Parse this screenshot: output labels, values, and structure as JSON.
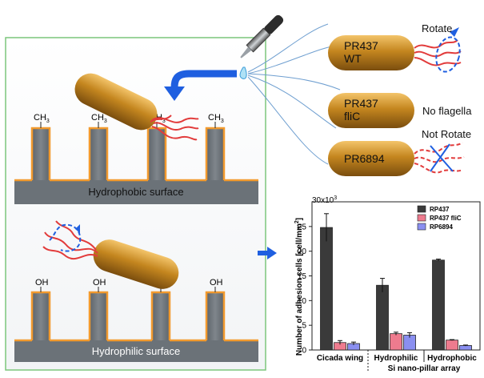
{
  "surfaces": {
    "hydrophobic": {
      "label": "Hydrophobic surface",
      "group": "CH3"
    },
    "hydrophilic": {
      "label": "Hydrophilic surface",
      "group": "OH"
    }
  },
  "strains": [
    {
      "name_line1": "PR437",
      "name_line2": "WT",
      "flagella": "Rotate"
    },
    {
      "name_line1": "PR437",
      "name_line2": "fliC",
      "flagella": "No flagella"
    },
    {
      "name_line1": "PR6894",
      "name_line2": "",
      "flagella": "Not Rotate"
    }
  ],
  "colors": {
    "bacterium": "#b87a1c",
    "flagella": "#e23b3b",
    "arrow": "#1f5fe0",
    "pillar": "#6f767d",
    "pillar_edge": "#f29a2e",
    "frame": "#7cc67c"
  },
  "chart_data": {
    "type": "bar",
    "categories": [
      "Cicada wing",
      "Hydrophilic",
      "Hydrophobic"
    ],
    "group_label": "Si nano-pillar array",
    "series": [
      {
        "name": "RP437",
        "color": "#3a3a3a",
        "values": [
          24.8,
          13.1,
          18.2
        ],
        "errors": [
          2.8,
          1.4,
          0.2
        ]
      },
      {
        "name": "RP437 fliC",
        "color": "#ee7b8e",
        "values": [
          1.5,
          3.3,
          2.0
        ],
        "errors": [
          0.4,
          0.3,
          0.1
        ]
      },
      {
        "name": "RP6894",
        "color": "#8a8ff0",
        "values": [
          1.3,
          3.0,
          0.9
        ],
        "errors": [
          0.3,
          0.5,
          0.1
        ]
      }
    ],
    "ylabel": "Number of adhesion cells [cell/mm",
    "ylabel_sup": "2",
    "ylabel_end": "]",
    "yaxis_multiplier": "30x10",
    "yaxis_multiplier_exp": "3",
    "ylim": [
      0,
      30
    ],
    "yticks": [
      "0",
      "5",
      "10",
      "15",
      "20",
      "25"
    ],
    "legend_position": "top-right"
  }
}
